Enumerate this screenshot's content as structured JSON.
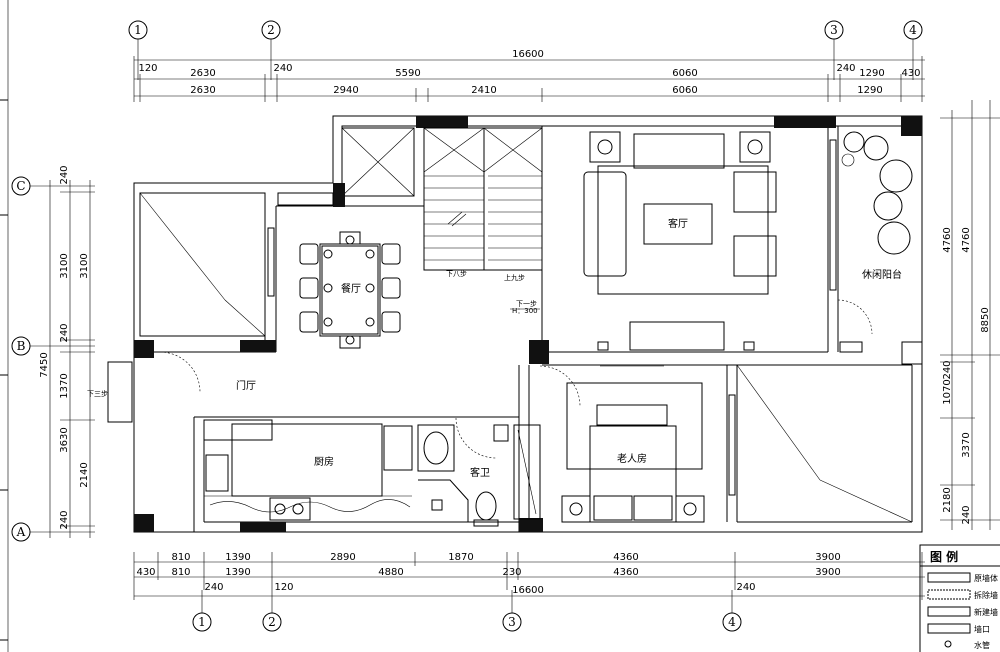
{
  "dimensions": {
    "top_total": "16600",
    "top_row1": [
      "120",
      "2630",
      "240",
      "5590",
      "240",
      "6060",
      "1290",
      "430"
    ],
    "top_row2": [
      "2630",
      "2940",
      "2410",
      "6060",
      "1290"
    ],
    "bottom_row1": [
      "810",
      "1390",
      "2890",
      "1870",
      "4360",
      "3900"
    ],
    "bottom_row2": [
      "430",
      "810",
      "1390",
      "4880",
      "230",
      "4360",
      "3900"
    ],
    "bottom_row3": [
      "240",
      "120",
      "240"
    ],
    "bottom_total": "16600",
    "left_outer": "7450",
    "left_a": [
      "240",
      "3100",
      "240",
      "1370",
      "3630",
      "240"
    ],
    "left_b": [
      "3100",
      "2140"
    ],
    "right_a": [
      "4760",
      "8850"
    ],
    "right_b": [
      "4760",
      "240",
      "1070",
      "3370",
      "240"
    ],
    "right_c": [
      "2180"
    ]
  },
  "axes": {
    "top": [
      "1",
      "2",
      "3",
      "4"
    ],
    "bottom": [
      "1",
      "2",
      "3",
      "4"
    ],
    "left": [
      "C",
      "B",
      "A"
    ]
  },
  "rooms": {
    "living": "客厅",
    "dining": "餐厅",
    "foyer": "门厅",
    "kitchen": "厨房",
    "guest_bath": "客卫",
    "elder_room": "老人房",
    "balcony": "休闲阳台"
  },
  "stairs": {
    "down8": "下八步",
    "up9": "上九步",
    "down3": "下三步",
    "down1": "下一步",
    "height": "H：300"
  },
  "legend": {
    "title": "图  例",
    "items": [
      "原墙体",
      "拆除墙",
      "新建墙",
      "墙口",
      "水管"
    ]
  }
}
